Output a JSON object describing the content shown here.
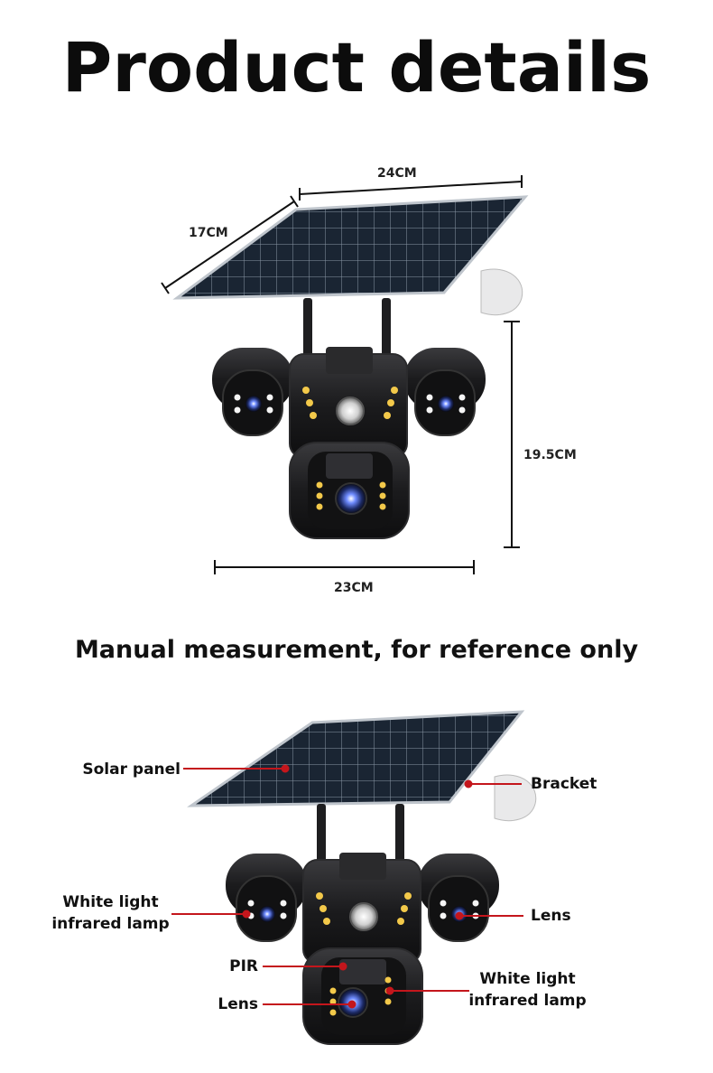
{
  "title": "Product details",
  "subtitle": "Manual measurement, for reference only",
  "dimensions": {
    "panel_width": "24CM",
    "panel_depth": "17CM",
    "height": "19.5CM",
    "width": "23CM"
  },
  "callouts": {
    "solar_panel": "Solar panel",
    "bracket": "Bracket",
    "white_light_left_1": "White light",
    "white_light_left_2": "infrared lamp",
    "lens_right": "Lens",
    "pir": "PIR",
    "lens_bottom": "Lens",
    "white_light_right_1": "White light",
    "white_light_right_2": "infrared lamp"
  },
  "colors": {
    "callout_line": "#c4161c",
    "device_body": "#1c1c1e",
    "panel_cell": "#1d2a3a"
  }
}
